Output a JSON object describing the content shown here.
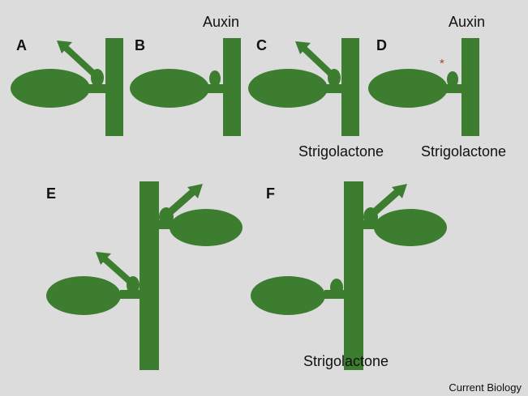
{
  "colors": {
    "background": "#dcdcdc",
    "plant": "#3c7d2f",
    "marker": "#c0392b"
  },
  "panels": {
    "a": {
      "letter": "A"
    },
    "b": {
      "letter": "B",
      "top_label": "Auxin"
    },
    "c": {
      "letter": "C",
      "bottom_label": "Strigolactone"
    },
    "d": {
      "letter": "D",
      "top_label": "Auxin",
      "bottom_label": "Strigolactone",
      "marker": "*"
    },
    "e": {
      "letter": "E"
    },
    "f": {
      "letter": "F",
      "bottom_label": "Strigolactone"
    }
  },
  "credit": "Current Biology"
}
